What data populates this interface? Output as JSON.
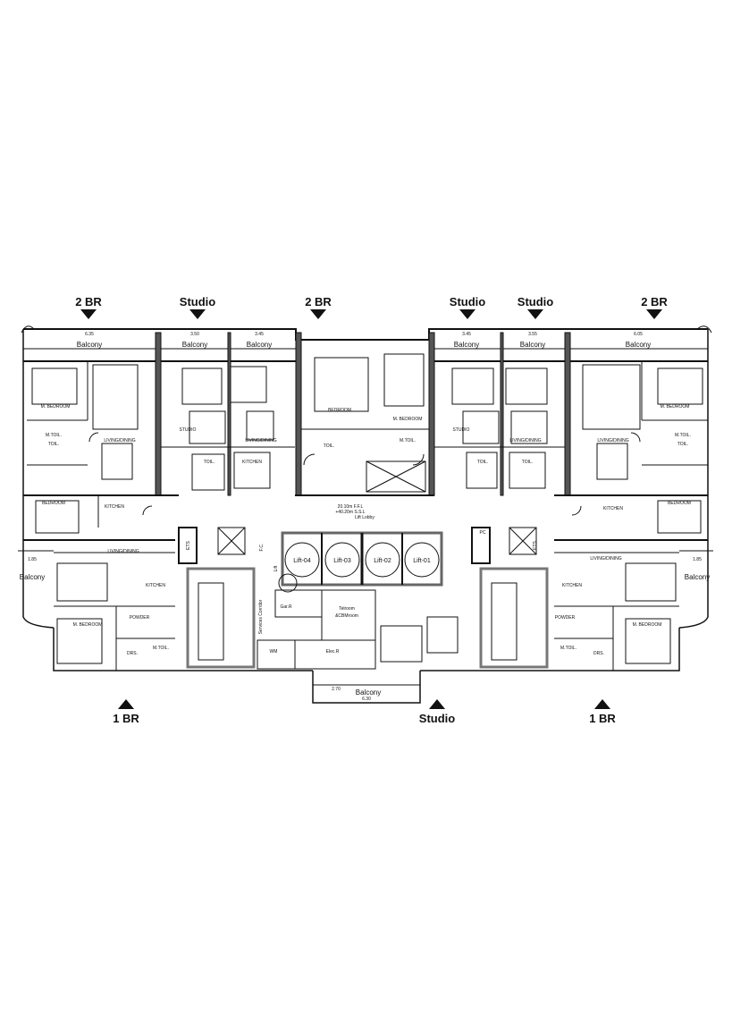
{
  "top_labels": [
    "2 BR",
    "Studio",
    "2 BR",
    "Studio",
    "Studio",
    "2 BR"
  ],
  "bottom_labels": [
    "1 BR",
    "Studio",
    "1 BR"
  ],
  "rooms": {
    "balcony": "Balcony",
    "m_bedroom": "M. BEDROOM",
    "bedroom": "BEDROOM",
    "living_dining": "LIVING/DINING",
    "kitchen": "KITCHEN",
    "studio": "STUDIO",
    "toil": "TOIL.",
    "m_toil": "M.TOIL.",
    "powder": "POWDER",
    "drs": "DRS.",
    "lift_lobby": "Lift Lobby",
    "lift_04": "Lift-04",
    "lift_03": "Lift-03",
    "lift_02": "Lift-02",
    "lift_01": "Lift-01",
    "services_corridor": "Services Corridor",
    "gar_r": "Gar.R",
    "telroom": "Telroom",
    "cbmroom": "&CBMroom",
    "elec_r": "Elec.R",
    "wm": "WM",
    "fc": "F.C.",
    "pc": "PC",
    "ets": "ETS",
    "lift_small": "Lift"
  },
  "dimensions": {
    "top": [
      "6.35",
      "3.50",
      "3.45",
      "3.45",
      "3.55",
      "6.05"
    ],
    "side": [
      "1.85",
      "1.85"
    ],
    "bottom": [
      "2.70",
      "6.30"
    ],
    "level": [
      "20.10m F.F.L",
      "+40.20m S.S.L"
    ]
  }
}
